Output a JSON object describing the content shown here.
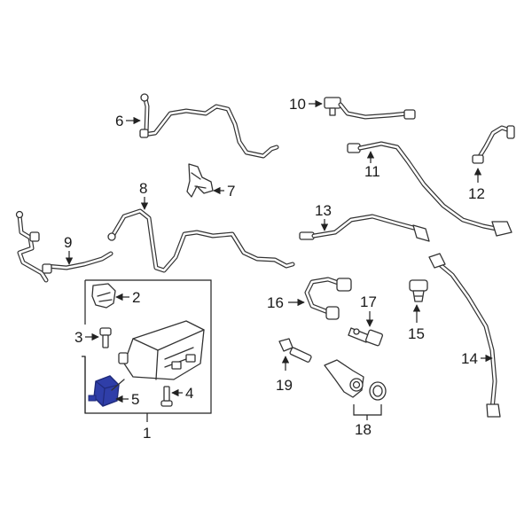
{
  "diagram": {
    "colors": {
      "line": "#333333",
      "highlight": "#2f3ea8",
      "highlight_dark": "#1f2a7a",
      "background": "#ffffff"
    },
    "callouts": {
      "c1": "1",
      "c2": "2",
      "c3": "3",
      "c4": "4",
      "c5": "5",
      "c6": "6",
      "c7": "7",
      "c8": "8",
      "c9": "9",
      "c10": "10",
      "c11": "11",
      "c12": "12",
      "c13": "13",
      "c14": "14",
      "c15": "15",
      "c16": "16",
      "c17": "17",
      "c18": "18",
      "c19": "19"
    },
    "highlighted_part": "5"
  }
}
